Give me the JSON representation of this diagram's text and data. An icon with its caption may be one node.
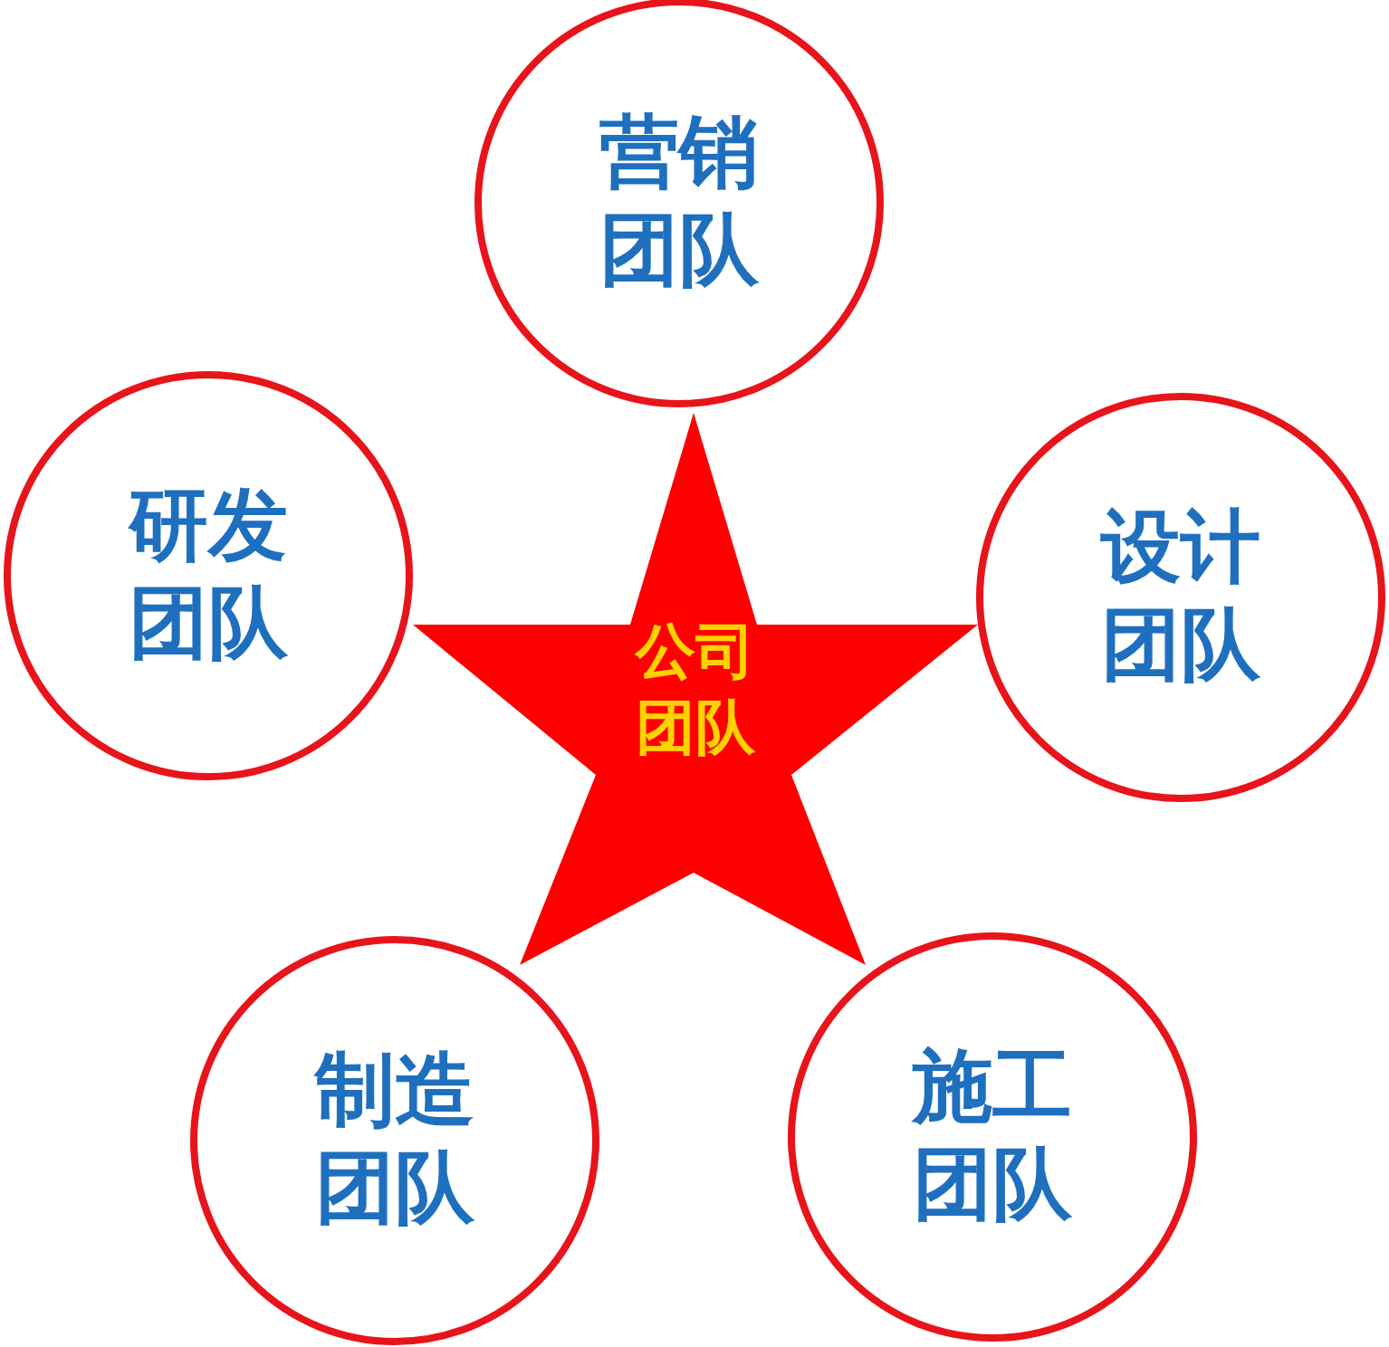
{
  "diagram": {
    "nodes": [
      {
        "text": [
          "营销团队"
        ]
      },
      {
        "text": [
          "研发团队"
        ]
      },
      {
        "text": [
          "设计团队"
        ]
      },
      {
        "text": [
          "公司团队"
        ]
      },
      {
        "text": [
          "制造团队"
        ]
      },
      {
        "text": [
          "施工团队"
        ]
      }
    ],
    "edges": []
  }
}
